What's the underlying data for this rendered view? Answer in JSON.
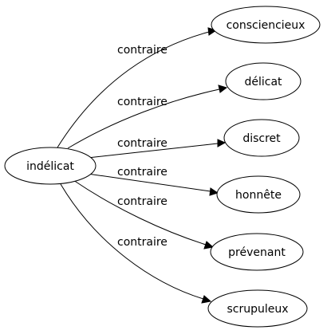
{
  "source": {
    "label": "indélicat"
  },
  "edges": [
    {
      "relation": "contraire",
      "target": "consciencieux"
    },
    {
      "relation": "contraire",
      "target": "délicat"
    },
    {
      "relation": "contraire",
      "target": "discret"
    },
    {
      "relation": "contraire",
      "target": "honnête"
    },
    {
      "relation": "contraire",
      "target": "prévenant"
    },
    {
      "relation": "contraire",
      "target": "scrupuleux"
    }
  ]
}
